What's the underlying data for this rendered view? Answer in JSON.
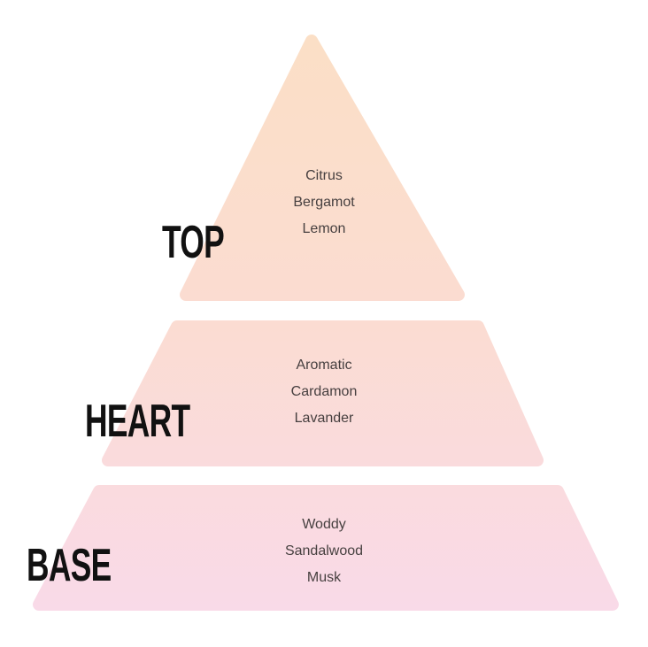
{
  "colors": {
    "top": "#fbdfc6",
    "middle": "#fbdcd2",
    "bottom": "#f9dae8",
    "label": "#111111",
    "notes": "#474040"
  },
  "tiers": [
    {
      "label": "TOP",
      "notes": [
        "Citrus",
        "Bergamot",
        "Lemon"
      ]
    },
    {
      "label": "HEART",
      "notes": [
        "Aromatic",
        "Cardamon",
        "Lavander"
      ]
    },
    {
      "label": "BASE",
      "notes": [
        "Woddy",
        "Sandalwood",
        "Musk"
      ]
    }
  ]
}
